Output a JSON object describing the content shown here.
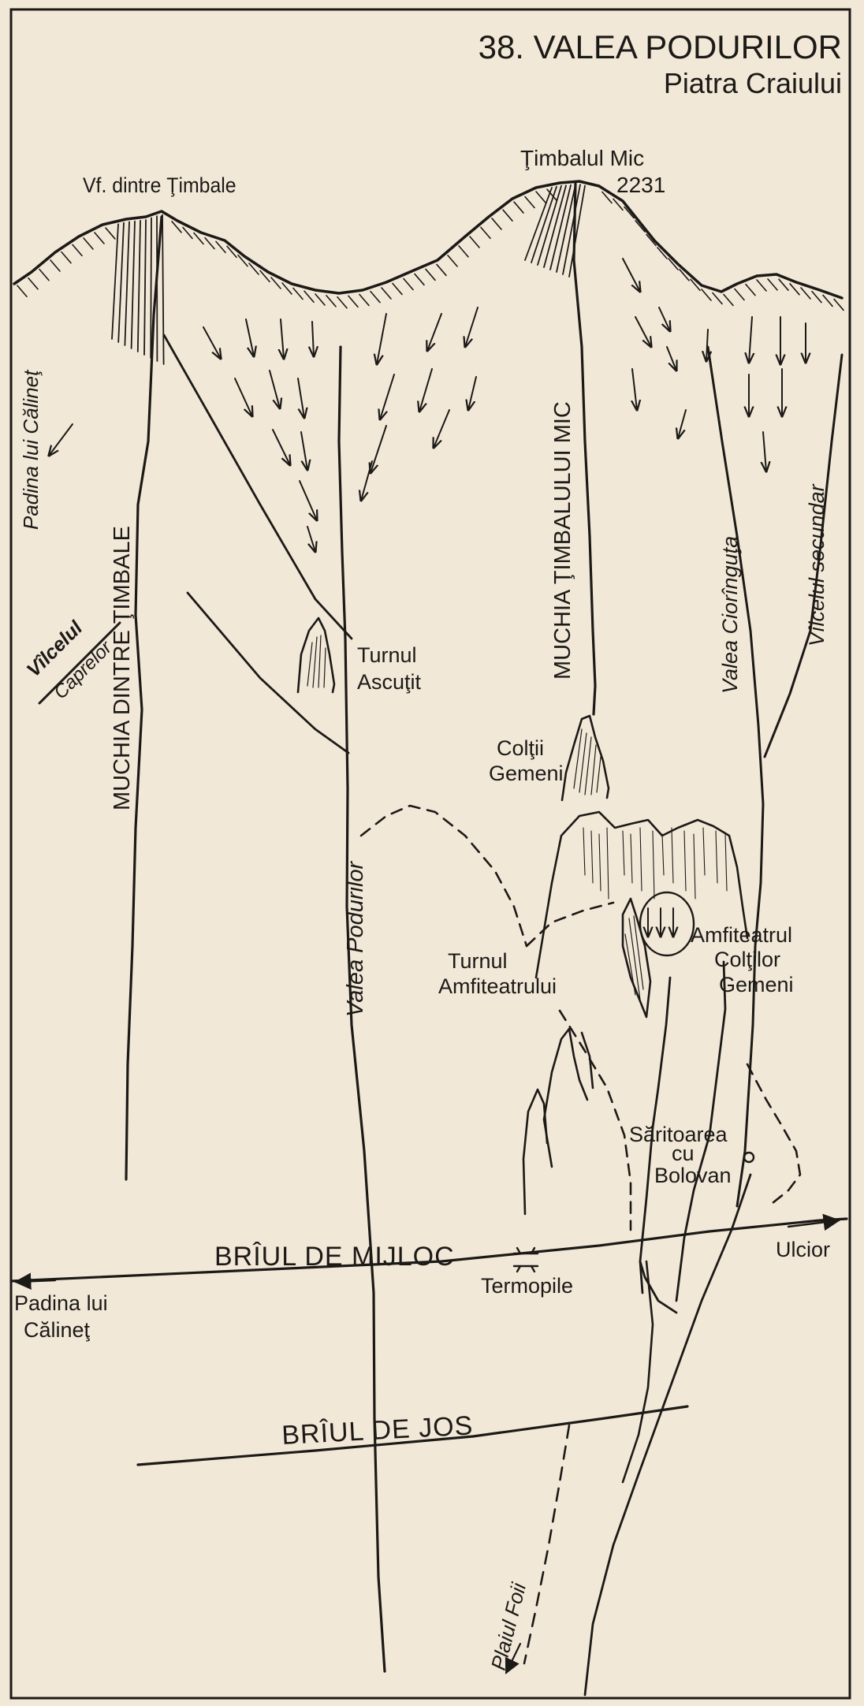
{
  "map": {
    "title": "38. VALEA PODURILOR",
    "subtitle": "Piatra Craiului",
    "peaks": {
      "left_peak": "Vf. dintre Ţimbale",
      "right_peak": "Ţimbalul Mic",
      "right_peak_altitude": "2231"
    },
    "ridges": {
      "muchia_dintre_timbale": "MUCHIA DINTRE ŢIMBALE",
      "muchia_timbalului_mic": "MUCHIA ŢIMBALULUI MIC"
    },
    "valleys": {
      "padina_lui_calinet_top": "Padina lui Călineţ",
      "vilcelul_caprelor_1": "Vîlcelul",
      "vilcelul_caprelor_2": "Caprelor",
      "valea_podurilor": "Valea Podurilor",
      "valea_ciorinquta": "Valea Ciorînguţa",
      "vilcelul_secundar": "Vîlcelul secundar"
    },
    "features": {
      "turnul_ascutit_1": "Turnul",
      "turnul_ascutit_2": "Ascuţit",
      "coltii_gemeni_1": "Colţii",
      "coltii_gemeni_2": "Gemeni",
      "turnul_amfiteatrului_1": "Turnul",
      "turnul_amfiteatrului_2": "Amfiteatrului",
      "amfiteatrul_1": "Amfiteatrul",
      "amfiteatrul_2": "Colţilor",
      "amfiteatrul_3": "Gemeni",
      "saritoarea_1": "Săritoarea",
      "saritoarea_2": "cu",
      "saritoarea_3": "Bolovan",
      "termopile": "Termopile"
    },
    "ledges": {
      "briul_de_mijloc": "BRÎUL DE MIJLOC",
      "briul_de_jos": "BRÎUL DE JOS"
    },
    "directions": {
      "ulcior": "Ulcior",
      "padina_bottom_1": "Padina lui",
      "padina_bottom_2": "Călineţ",
      "plaiul_foii": "Plaiul Foii"
    }
  }
}
